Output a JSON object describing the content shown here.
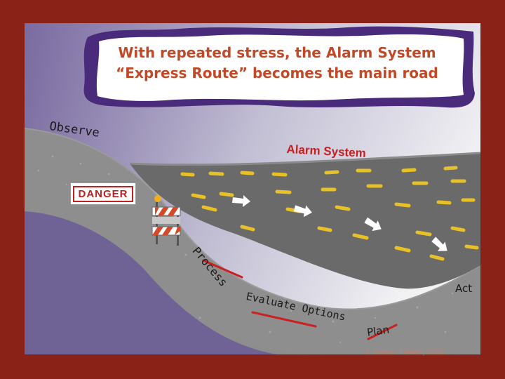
{
  "title": {
    "line1": "With repeated stress, the Alarm System",
    "line2": "“Express Route” becomes the main road"
  },
  "labels": {
    "observe": "Observe",
    "alarm_system": "Alarm System",
    "danger_sign": "DANGER",
    "process": "Process",
    "evaluate_options": "Evaluate Options",
    "plan": "Plan",
    "act": "Act"
  },
  "credit": "J. Jensen Powell, 2021",
  "colors": {
    "frame": "#8a2218",
    "title_text": "#c04a28",
    "title_border": "#4a2a7a",
    "alarm_label": "#c62020",
    "strike": "#cc2020",
    "road_gray": "#8c8c8c",
    "express_road": "#6a6a6a",
    "dash_yellow": "#e8c028"
  },
  "icons": [
    "road-barrier-icon",
    "arrow-right-icon"
  ]
}
